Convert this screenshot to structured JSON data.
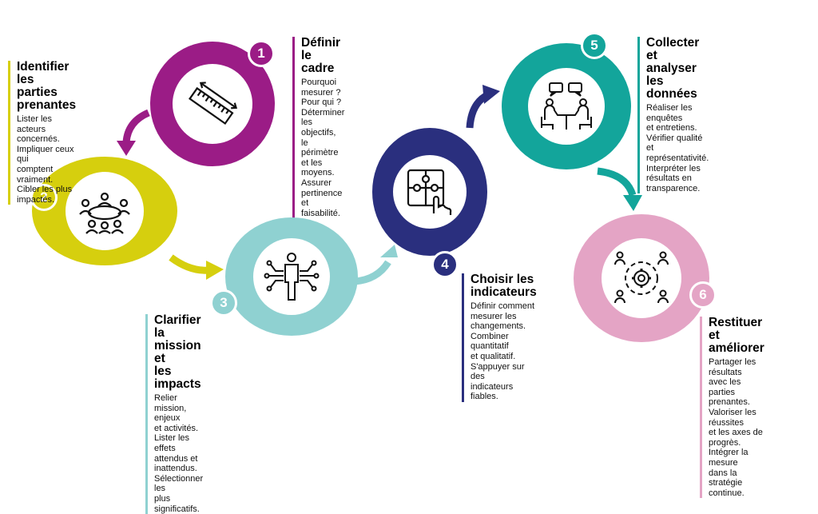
{
  "colors": {
    "purple": "#9b1c86",
    "yellow": "#d6cf0e",
    "cyan": "#8fd1d1",
    "navy": "#2a2f7e",
    "teal": "#13a59b",
    "pink": "#e4a4c5"
  },
  "steps": [
    {
      "number": "1",
      "title": "Définir\nle cadre",
      "body": "Pourquoi mesurer ?\nPour qui ? Déterminer\nles objectifs,\nle périmètre\net les moyens.\nAssurer pertinence\net faisabilité.",
      "icon": "ruler-icon",
      "color": "#9b1c86"
    },
    {
      "number": "2",
      "title": "Identifier\nles parties\nprenantes",
      "body": "Lister les acteurs\nconcernés.\nImpliquer ceux qui\ncomptent vraiment.\nCibler les plus\nimpactés.",
      "icon": "meeting-table-icon",
      "color": "#d6cf0e"
    },
    {
      "number": "3",
      "title": "Clarifier\nla mission et\nles impacts",
      "body": "Relier mission, enjeux\net activités.\nLister les effets\nattendus et\ninattendus.\nSélectionner les\nplus significatifs.",
      "icon": "person-network-icon",
      "color": "#8fd1d1"
    },
    {
      "number": "4",
      "title": "Choisir les\nindicateurs",
      "body": "Définir comment\nmesurer les\nchangements.\nCombiner quantitatif\net qualitatif.\nS'appuyer sur des\nindicateurs fiables.",
      "icon": "puzzle-hand-icon",
      "color": "#2a2f7e"
    },
    {
      "number": "5",
      "title": "Collecter\net analyser\nles données",
      "body": "Réaliser les enquêtes\net entretiens.\nVérifier qualité et\nreprésentativité.\nInterpréter les\nrésultats en\ntransparence.",
      "icon": "interview-icon",
      "color": "#13a59b"
    },
    {
      "number": "6",
      "title": "Restituer\net améliorer",
      "body": "Partager les résultats\navec les parties\nprenantes.\nValoriser les réussites\net les axes de progrès.\nIntégrer la mesure\ndans la stratégie\ncontinue.",
      "icon": "gear-team-icon",
      "color": "#e4a4c5"
    }
  ]
}
